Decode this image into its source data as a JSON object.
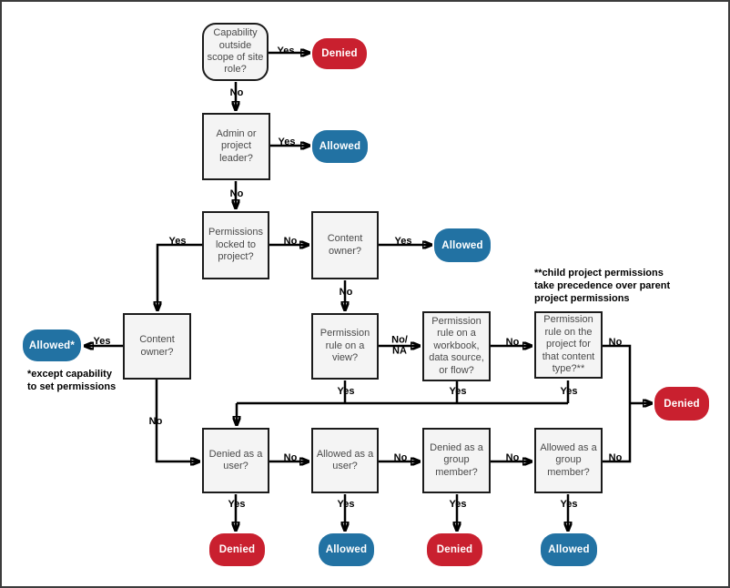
{
  "colors": {
    "denied": "#c9202f",
    "allowed": "#2272a3",
    "box_fill": "#f4f4f4"
  },
  "nodes": {
    "capability": "Capability outside scope of site role?",
    "admin": "Admin or project leader?",
    "locked": "Permissions locked to project?",
    "owner_mid": "Content owner?",
    "owner_left": "Content owner?",
    "rule_view": "Permission rule on a view?",
    "rule_workbook": "Permission rule on a workbook, data source, or flow?",
    "rule_project": "Permission rule on the project for that content type?**",
    "denied_user": "Denied as a user?",
    "allowed_user": "Allowed as a user?",
    "denied_group": "Denied as a group member?",
    "allowed_group": "Allowed as a group member?"
  },
  "results": {
    "denied_top": "Denied",
    "allowed_admin": "Allowed",
    "allowed_owner": "Allowed",
    "allowed_star": "Allowed*",
    "denied_right": "Denied",
    "denied_user": "Denied",
    "allowed_user": "Allowed",
    "denied_group": "Denied",
    "allowed_group": "Allowed"
  },
  "edge_labels": {
    "capability_yes": "Yes",
    "capability_no": "No",
    "admin_yes": "Yes",
    "admin_no": "No",
    "locked_yes": "Yes",
    "locked_no": "No",
    "owner_mid_yes": "Yes",
    "owner_mid_no": "No",
    "owner_left_yes": "Yes",
    "owner_left_no": "No",
    "view_no_na": "No/\nNA",
    "workbook_no": "No",
    "project_no": "No",
    "view_yes": "Yes",
    "workbook_yes": "Yes",
    "project_yes": "Yes",
    "denied_user_no": "No",
    "allowed_user_no": "No",
    "denied_group_no": "No",
    "allowed_group_no": "No",
    "denied_user_yes": "Yes",
    "allowed_user_yes": "Yes",
    "denied_group_yes": "Yes",
    "allowed_group_yes": "Yes"
  },
  "notes": {
    "child_projects": "**child project permissions\ntake precedence over parent\nproject  permissions",
    "except_capability": "*except capability\nto set permissions"
  }
}
